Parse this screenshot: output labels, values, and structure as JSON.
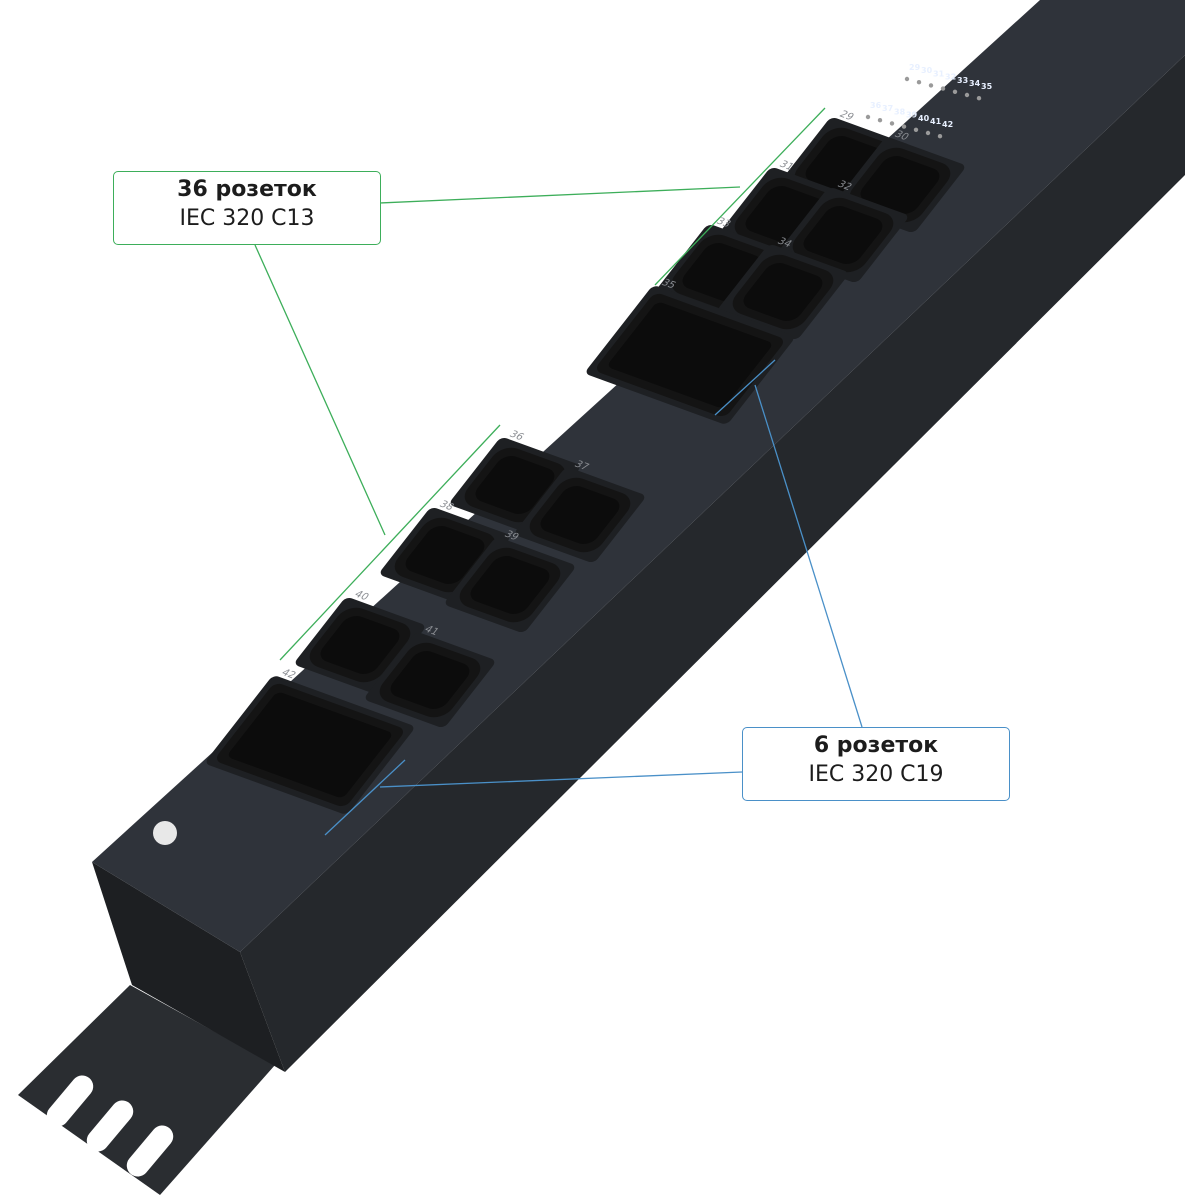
{
  "callouts": {
    "c13": {
      "title": "36 розеток",
      "subtitle": "IEC 320 C13",
      "color": "#3dae5a"
    },
    "c19": {
      "title": "6 розеток",
      "subtitle": "IEC 320 C19",
      "color": "#4a90c8"
    }
  },
  "indicator_labels": {
    "row1": [
      "29",
      "30",
      "31",
      "32",
      "33",
      "34",
      "35"
    ],
    "row2": [
      "36",
      "37",
      "38",
      "39",
      "40",
      "41",
      "42"
    ]
  },
  "sockets": [
    {
      "num": "29",
      "type": "C13"
    },
    {
      "num": "30",
      "type": "C13"
    },
    {
      "num": "31",
      "type": "C13"
    },
    {
      "num": "32",
      "type": "C13"
    },
    {
      "num": "33",
      "type": "C13"
    },
    {
      "num": "34",
      "type": "C13"
    },
    {
      "num": "35",
      "type": "C19"
    },
    {
      "num": "36",
      "type": "C13"
    },
    {
      "num": "37",
      "type": "C13"
    },
    {
      "num": "38",
      "type": "C13"
    },
    {
      "num": "39",
      "type": "C13"
    },
    {
      "num": "40",
      "type": "C13"
    },
    {
      "num": "41",
      "type": "C13"
    },
    {
      "num": "42",
      "type": "C19"
    }
  ],
  "colors": {
    "body_top": "#2e3238",
    "body_side": "#26292d",
    "socket": "#141414"
  }
}
